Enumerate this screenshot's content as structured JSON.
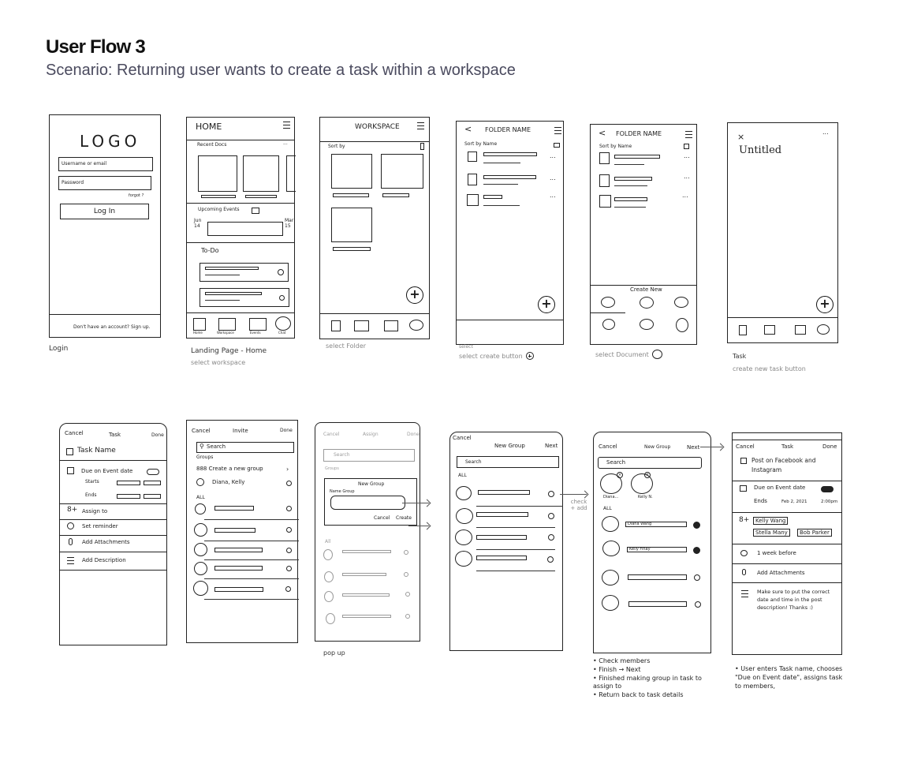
{
  "header": {
    "title": "User Flow 3",
    "subtitle": "Scenario: Returning user wants to create a task within a workspace"
  },
  "login": {
    "logo": "LOGO",
    "username_placeholder": "Username or email",
    "password_placeholder": "Password",
    "forgot": "forgot ?",
    "login_button": "Log In",
    "signup": "Don't have an account? Sign up.",
    "caption": "Login"
  },
  "home": {
    "title": "HOME",
    "recent": "Recent Docs",
    "more": "...",
    "events": "Upcoming Events",
    "event_left": "Jun 14",
    "event_right": "Mar 15",
    "todo": "To-Do",
    "nav": [
      "Home",
      "Workspace",
      "Events",
      "Chat"
    ],
    "caption": "Landing Page - Home",
    "caption2": "select workspace"
  },
  "workspace": {
    "title": "WORKSPACE",
    "sort": "Sort by",
    "caption": "select Folder"
  },
  "folder": {
    "back": "<",
    "title": "FOLDER NAME",
    "sort": "Sort by Name",
    "dots": "...",
    "caption": "select create button",
    "caption_top": "select"
  },
  "folder2": {
    "title": "FOLDER NAME",
    "sort": "Sort by Name",
    "create_new": "Create New",
    "caption": "select Document"
  },
  "untitled": {
    "close": "×",
    "more": "...",
    "title": "Untitled",
    "caption": "Task",
    "caption2": "create new task button"
  },
  "task": {
    "cancel": "Cancel",
    "title": "Task",
    "done": "Done",
    "name": "Task Name",
    "due": "Due on Event date",
    "starts": "Starts",
    "ends": "Ends",
    "assign": "Assign to",
    "reminder": "Set reminder",
    "attach": "Add Attachments",
    "desc": "Add Description"
  },
  "invite": {
    "cancel": "Cancel",
    "title": "Invite",
    "done": "Done",
    "search": "Search",
    "groups": "Groups",
    "create_group": "Create a new group",
    "group1": "Diana, Kelly",
    "all": "ALL"
  },
  "assign": {
    "cancel": "Cancel",
    "title": "Assign",
    "done": "Done",
    "search": "Search",
    "groups": "Groups",
    "popup_title": "New Group",
    "name_group": "Name Group",
    "popup_cancel": "Cancel",
    "popup_create": "Create",
    "all": "All",
    "caption": "pop up"
  },
  "newgroup": {
    "cancel": "Cancel",
    "title": "New Group",
    "next": "Next",
    "search": "Search",
    "all": "ALL",
    "arrow_label": "check + add"
  },
  "newgroup2": {
    "cancel": "Cancel",
    "title": "New Group",
    "next": "Next",
    "search": "Search",
    "selected": [
      "Diana...",
      "Kelly N."
    ],
    "all": "ALL",
    "members": [
      "Diana Wang",
      "Kelly Finay"
    ],
    "notes": [
      "• Check members",
      "• Finish → Next",
      "• Finished making group in task to assign to",
      "• Return back to task details"
    ]
  },
  "taskfinal": {
    "cancel": "Cancel",
    "title": "Task",
    "done": "Done",
    "name": "Post on Facebook and Instagram",
    "due": "Due on Event date",
    "ends": "Ends",
    "date": "Feb 2, 2021",
    "time": "2:00pm",
    "assignees": [
      "Kelly Wang",
      "Stella Many",
      "Bob Parker"
    ],
    "reminder": "1 week before",
    "attach": "Add Attachments",
    "desc": "Make sure to put the correct date and time in the post description! Thanks :)",
    "notes": "• User enters Task name, chooses \"Due on Event date\", assigns task to members,"
  }
}
